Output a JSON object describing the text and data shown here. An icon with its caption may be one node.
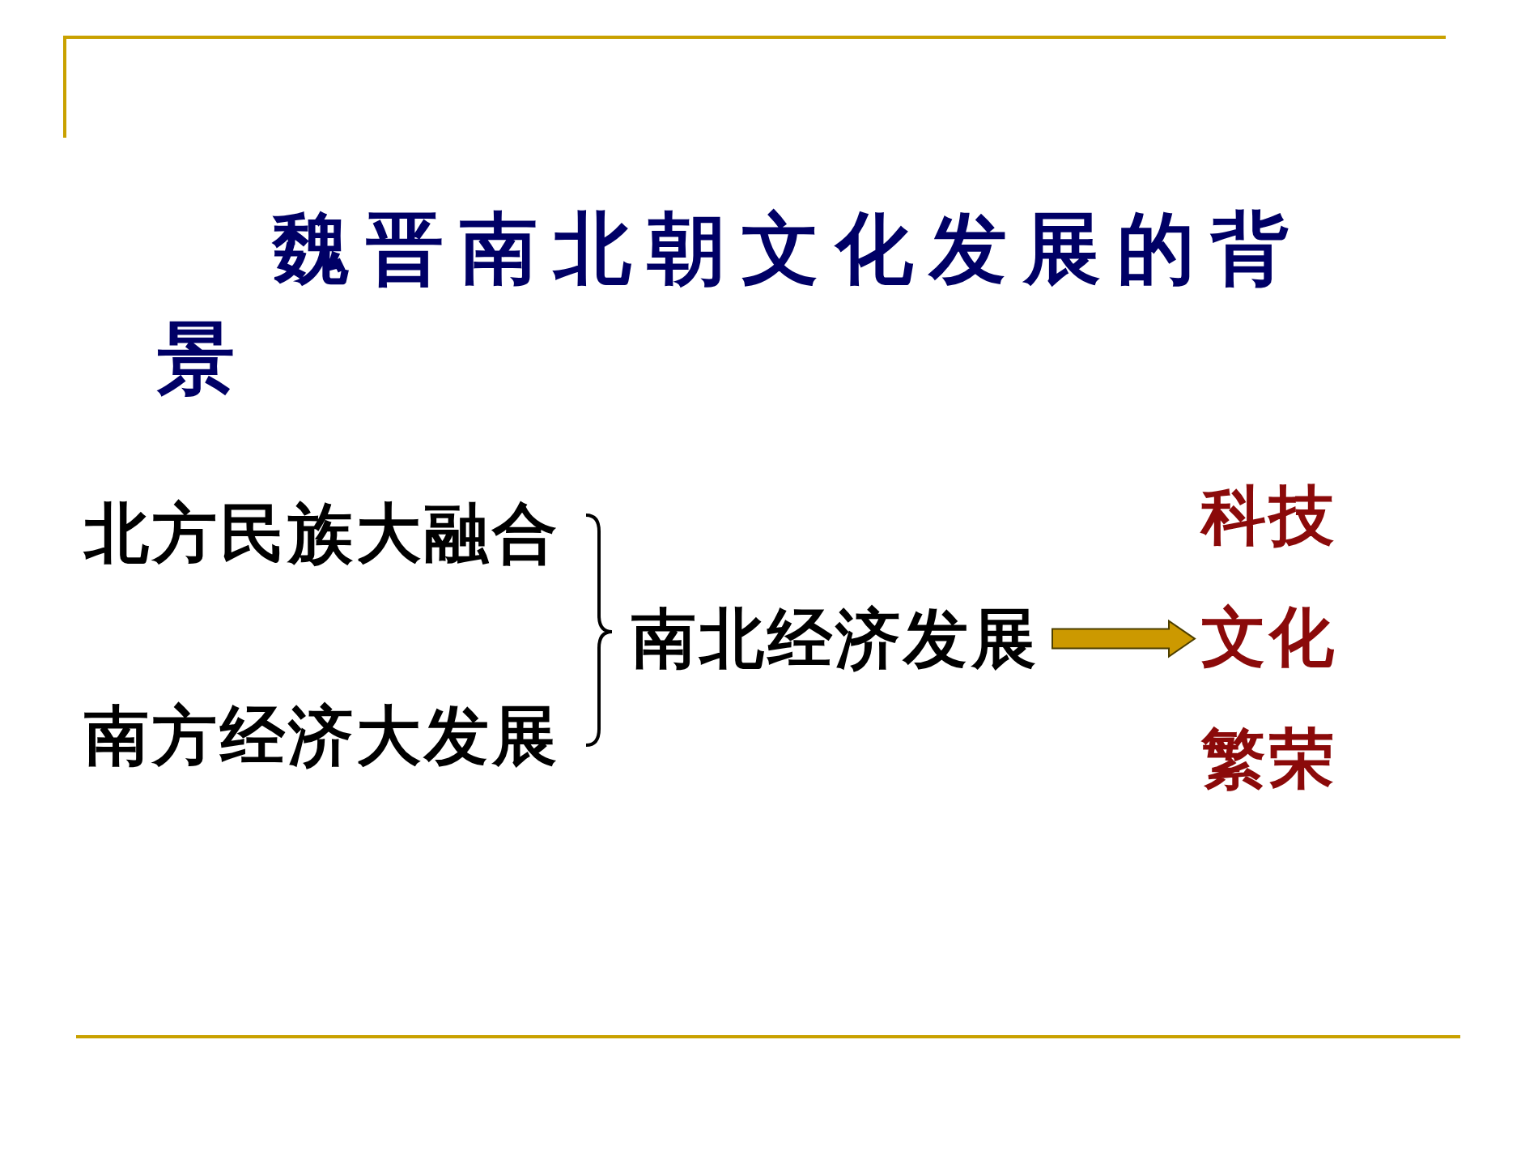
{
  "diagram": {
    "title": "魏晋南北朝文化发展的背景",
    "nodes": [
      {
        "text": [
          "北方民族大融合"
        ]
      },
      {
        "text": [
          "南方经济大发展"
        ]
      },
      {
        "text": [
          "南北经济发展"
        ]
      },
      {
        "text": [
          "科技文化繁荣"
        ]
      }
    ],
    "edges": [
      {
        "from": 2,
        "to": 3,
        "arrow": "to"
      }
    ]
  }
}
